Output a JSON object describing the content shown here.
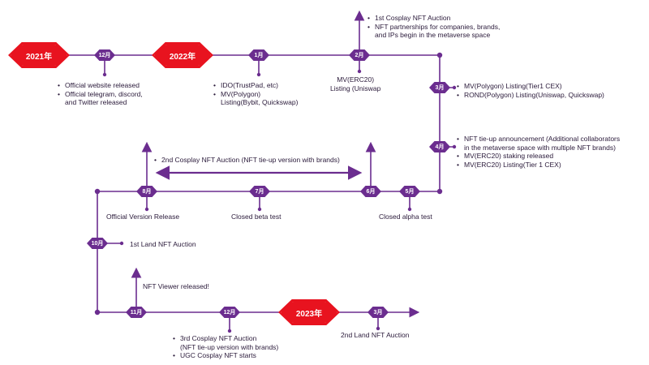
{
  "years": {
    "y2021": "2021年",
    "y2022": "2022年",
    "y2023": "2023年"
  },
  "months": {
    "m12_2021": "12月",
    "m1": "1月",
    "m2": "2月",
    "m3": "3月",
    "m4": "4月",
    "m5": "5月",
    "m6": "6月",
    "m7": "7月",
    "m8": "8月",
    "m10": "10月",
    "m11": "11月",
    "m12_2022": "12月",
    "m3_2023": "3月"
  },
  "events": {
    "dec2021": [
      "Official website released",
      "Official telegram, discord,",
      "and Twitter released"
    ],
    "jan2022": [
      "IDO(TrustPad, etc)",
      "MV(Polygon)",
      "Listing(Bybit, Quickswap)"
    ],
    "feb2022_below": [
      "MV(ERC20)",
      "Listing (Uniswap"
    ],
    "feb2022_above": [
      "1st Cosplay NFT Auction",
      "NFT partnerships for companies, brands,",
      "and IPs begin in the metaverse space"
    ],
    "mar2022": [
      "MV(Polygon) Listing(Tier1 CEX)",
      "ROND(Polygon) Listing(Uniswap, Quickswap)"
    ],
    "apr2022": [
      "NFT tie-up announcement (Additional collaborators",
      "in the metaverse space with multiple NFT brands)",
      "MV(ERC20) staking released",
      "MV(ERC20)  Listing(Tier 1 CEX)"
    ],
    "may2022": "Closed alpha test",
    "jul2022": "Closed beta test",
    "aug2022": "Official Version Release",
    "auction2": "2nd Cosplay NFT Auction (NFT tie-up version with brands)",
    "oct2022": "1st Land NFT Auction",
    "nov2022": "NFT Viewer released!",
    "dec2022": [
      "3rd Cosplay NFT Auction",
      "(NFT tie-up version with brands)",
      "UGC Cosplay NFT starts"
    ],
    "mar2023": "2nd Land NFT Auction"
  },
  "colors": {
    "line": "#6b2d8f",
    "year": "#e8131f"
  }
}
